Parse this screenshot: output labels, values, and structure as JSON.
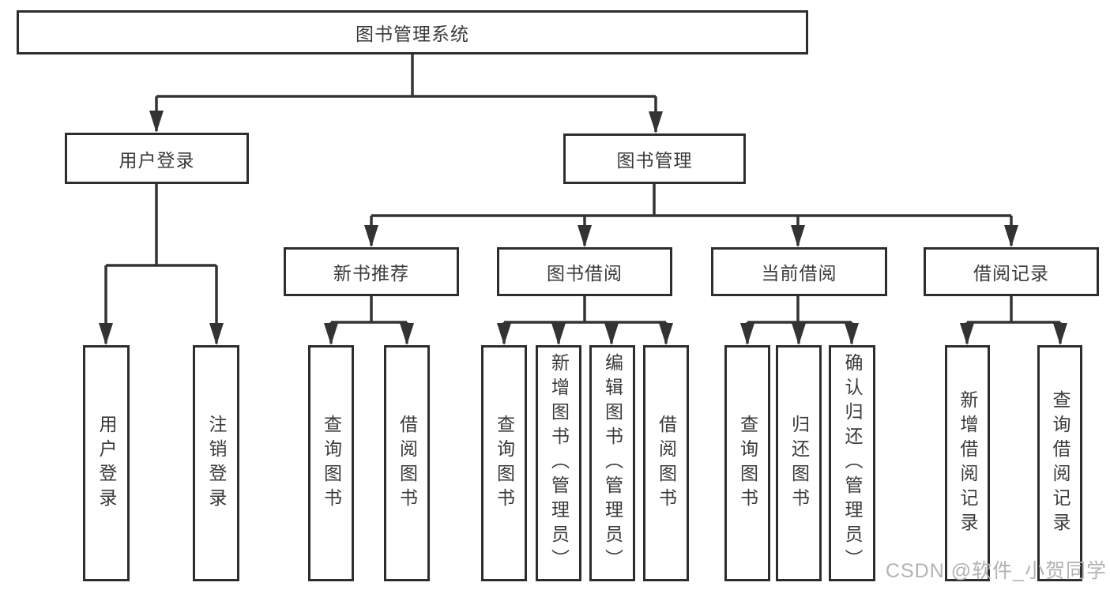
{
  "tree": {
    "label": "图书管理系统",
    "children": [
      {
        "label": "用户登录",
        "children": [
          {
            "label": "用户登录"
          },
          {
            "label": "注销登录"
          }
        ]
      },
      {
        "label": "图书管理",
        "children": [
          {
            "label": "新书推荐",
            "children": [
              {
                "label": "查询图书"
              },
              {
                "label": "借阅图书"
              }
            ]
          },
          {
            "label": "图书借阅",
            "children": [
              {
                "label": "查询图书"
              },
              {
                "label": "新增图书（管理员）"
              },
              {
                "label": "编辑图书（管理员）"
              },
              {
                "label": "借阅图书"
              }
            ]
          },
          {
            "label": "当前借阅",
            "children": [
              {
                "label": "查询图书"
              },
              {
                "label": "归还图书"
              },
              {
                "label": "确认归还（管理员）"
              }
            ]
          },
          {
            "label": "借阅记录",
            "children": [
              {
                "label": "新增借阅记录"
              },
              {
                "label": "查询借阅记录"
              }
            ]
          }
        ]
      }
    ]
  },
  "watermark": {
    "text": "CSDN @软件_小贺同学"
  },
  "colors": {
    "line": "#333333",
    "box_border": "#2d2d2d",
    "text": "#3a3a3a",
    "watermark": "#b3b3b3"
  }
}
